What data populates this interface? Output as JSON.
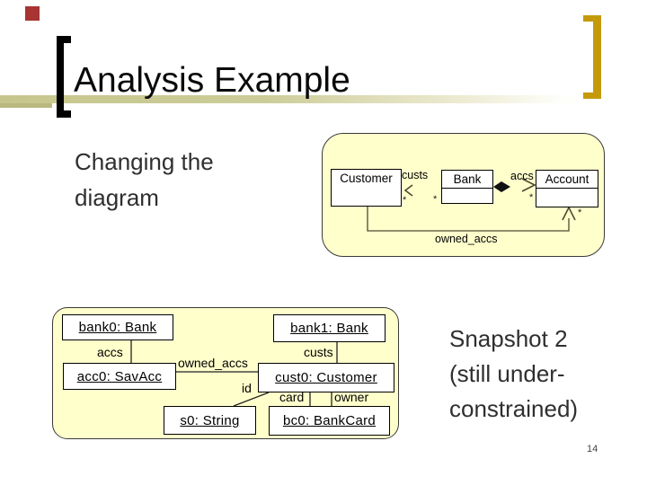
{
  "slide": {
    "title": "Analysis Example",
    "body_text": {
      "line1": "Changing the",
      "line2": "diagram"
    },
    "caption": {
      "line1": "Snapshot 2",
      "line2": "(still under-",
      "line3": "constrained)"
    },
    "page_number": "14"
  },
  "colors": {
    "accent_red": "#a83434",
    "accent_gold": "#c49a0c",
    "bar_khaki": "#cccc99",
    "diagram_bg": "#ffffcc"
  },
  "class_diagram": {
    "classes": [
      {
        "name": "Customer"
      },
      {
        "name": "Bank"
      },
      {
        "name": "Account"
      }
    ],
    "labels": {
      "custs": "custs",
      "accs": "accs",
      "owned_accs": "owned_accs",
      "mult_custs": "*",
      "mult_bank": "*",
      "mult_accs": "*",
      "mult_owned": "*"
    }
  },
  "object_diagram": {
    "objects": [
      {
        "label": "bank0: Bank"
      },
      {
        "label": "bank1: Bank"
      },
      {
        "label": "acc0: SavAcc"
      },
      {
        "label": "cust0: Customer"
      },
      {
        "label": "s0: String"
      },
      {
        "label": "bc0: BankCard"
      }
    ],
    "links": {
      "accs": "accs",
      "custs": "custs",
      "owned_accs": "owned_accs",
      "id": "id",
      "card": "card",
      "owner": "owner"
    }
  }
}
